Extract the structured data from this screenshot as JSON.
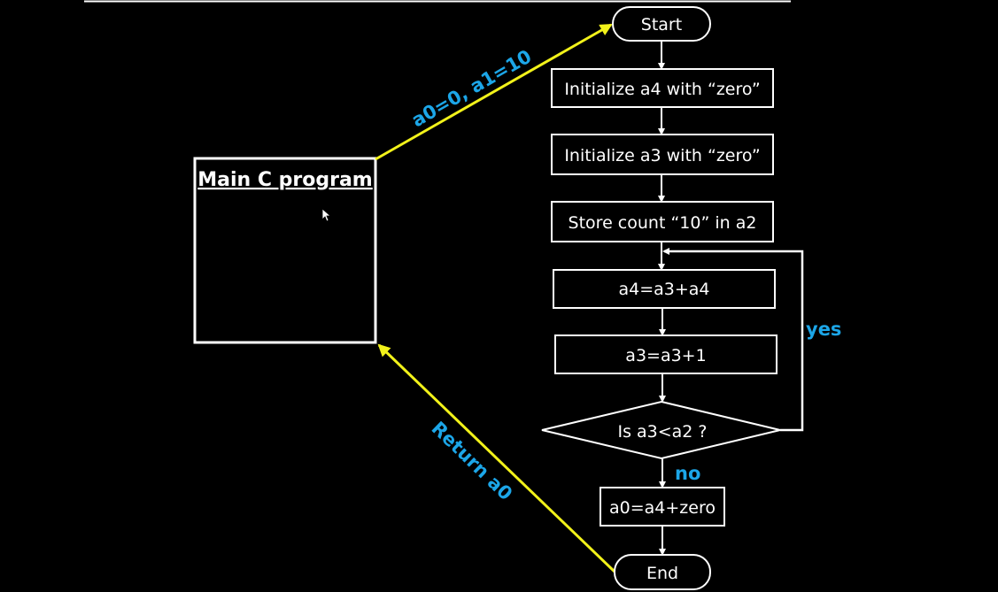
{
  "main_program": {
    "title": "Main C program"
  },
  "call_arrow": {
    "label": "a0=0, a1=10"
  },
  "return_arrow": {
    "label": "Return a0"
  },
  "flowchart": {
    "start": "Start",
    "step1": "Initialize a4 with “zero”",
    "step2": "Initialize a3 with “zero”",
    "step3": "Store count “10” in a2",
    "step4": "a4=a3+a4",
    "step5": "a3=a3+1",
    "decision": "Is a3<a2 ?",
    "yes_label": "yes",
    "no_label": "no",
    "result": "a0=a4+zero",
    "end": "End"
  },
  "colors": {
    "background": "#000000",
    "stroke": "#ffffff",
    "arrow_yellow": "#f2f21a",
    "label_blue": "#1ca6e8"
  }
}
